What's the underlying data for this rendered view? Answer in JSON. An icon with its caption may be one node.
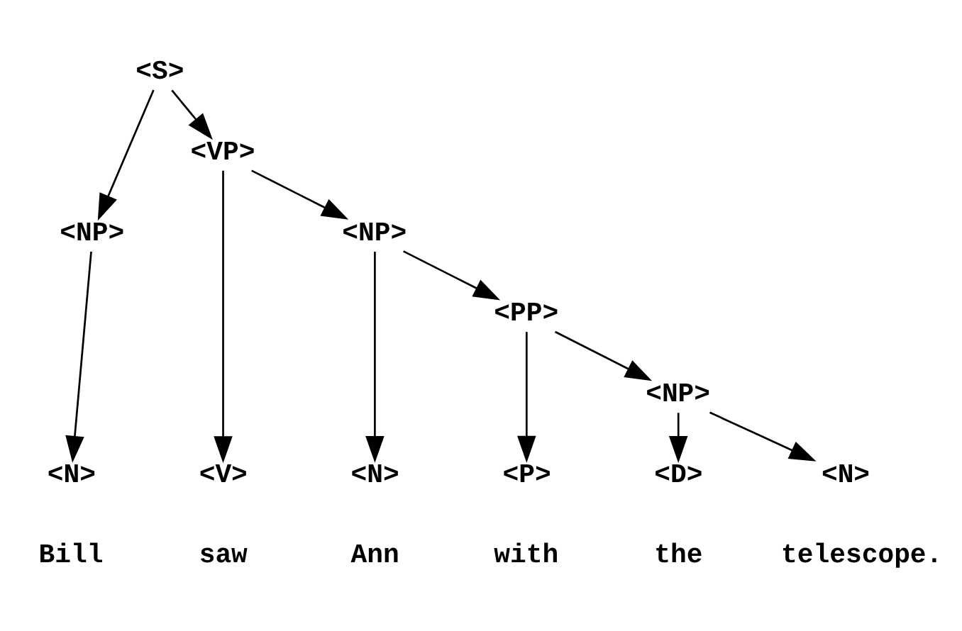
{
  "diagram": {
    "nodes": [
      {
        "text": [
          "<S>"
        ]
      },
      {
        "text": [
          "<VP>"
        ]
      },
      {
        "text": [
          "<NP>"
        ]
      },
      {
        "text": [
          "<NP>"
        ]
      },
      {
        "text": [
          "<PP>"
        ]
      },
      {
        "text": [
          "<NP>"
        ]
      },
      {
        "text": [
          "<N>"
        ]
      },
      {
        "text": [
          "<V>"
        ]
      },
      {
        "text": [
          "<N>"
        ]
      },
      {
        "text": [
          "<P>"
        ]
      },
      {
        "text": [
          "<D>"
        ]
      },
      {
        "text": [
          "<N>"
        ]
      }
    ],
    "edges": [
      {
        "from": 0,
        "to": 2,
        "arrow": "to"
      },
      {
        "from": 0,
        "to": 1,
        "arrow": "to"
      },
      {
        "from": 2,
        "to": 6,
        "arrow": "to"
      },
      {
        "from": 1,
        "to": 7,
        "arrow": "to"
      },
      {
        "from": 1,
        "to": 3,
        "arrow": "to"
      },
      {
        "from": 3,
        "to": 8,
        "arrow": "to"
      },
      {
        "from": 3,
        "to": 4,
        "arrow": "to"
      },
      {
        "from": 4,
        "to": 9,
        "arrow": "to"
      },
      {
        "from": 4,
        "to": 5,
        "arrow": "to"
      },
      {
        "from": 5,
        "to": 10,
        "arrow": "to"
      },
      {
        "from": 5,
        "to": 11,
        "arrow": "to"
      }
    ],
    "labels": [
      "Bill",
      "saw",
      "Ann",
      "with",
      "the",
      "telescope."
    ]
  }
}
